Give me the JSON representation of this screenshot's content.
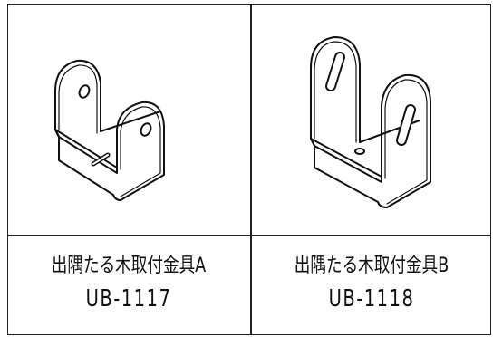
{
  "products": [
    {
      "name": "出隅たる木取付金具A",
      "code": "UB-1117",
      "illustration": "u-bracket-round-holes"
    },
    {
      "name": "出隅たる木取付金具B",
      "code": "UB-1118",
      "illustration": "u-bracket-slotted-holes"
    }
  ],
  "colors": {
    "line": "#111111",
    "border": "#222222",
    "background": "#ffffff"
  }
}
